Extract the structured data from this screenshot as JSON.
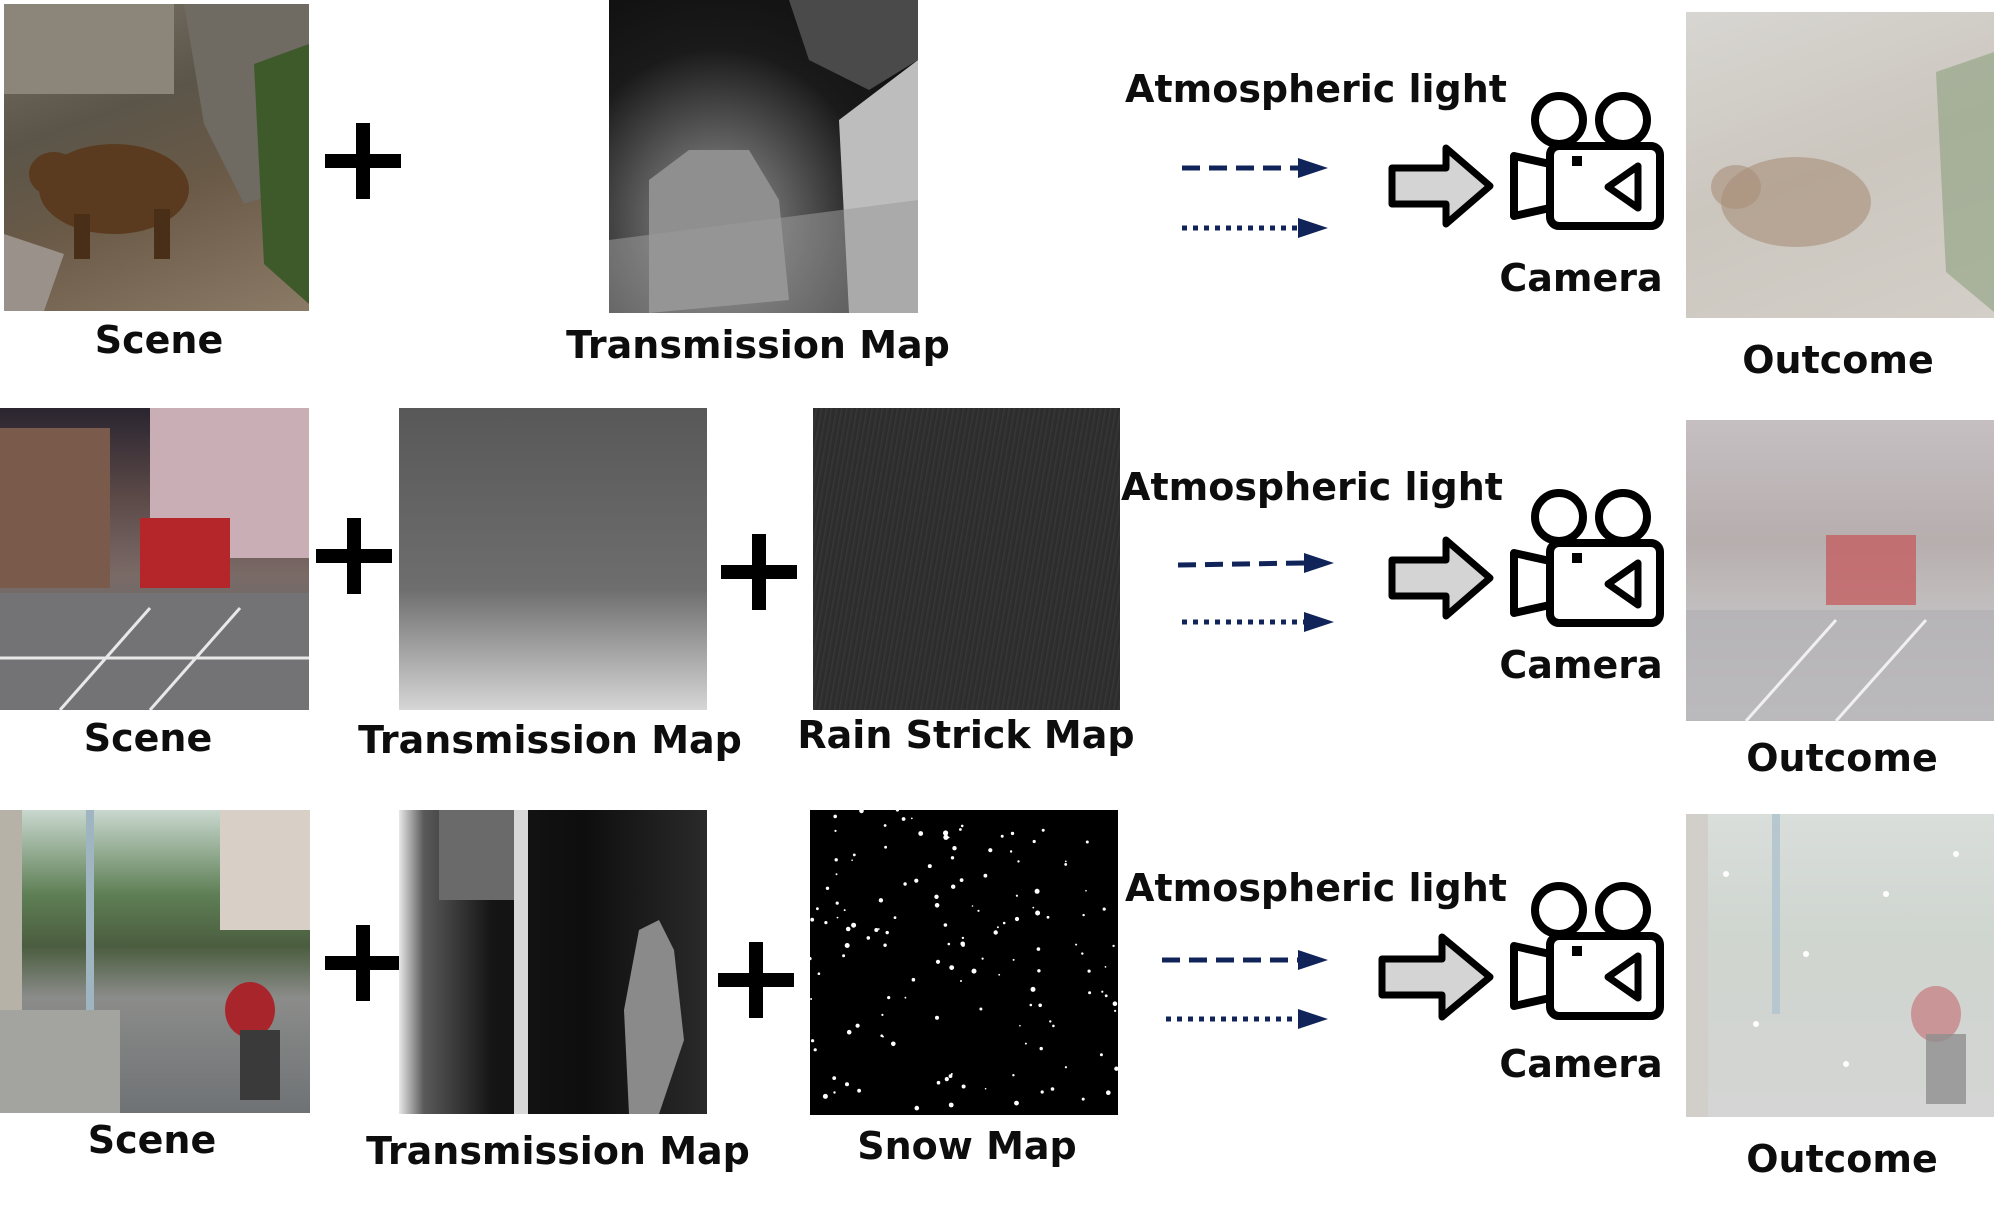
{
  "rows": [
    {
      "scene_label": "Scene",
      "transmission_label": "Transmission Map",
      "atmospheric_label": "Atmospheric light",
      "camera_label": "Camera",
      "outcome_label": "Outcome"
    },
    {
      "scene_label": "Scene",
      "transmission_label": "Transmission Map",
      "extra_label": "Rain Strick Map",
      "atmospheric_label": "Atmospheric light",
      "camera_label": "Camera",
      "outcome_label": "Outcome"
    },
    {
      "scene_label": "Scene",
      "transmission_label": "Transmission Map",
      "extra_label": "Snow Map",
      "atmospheric_label": "Atmospheric light",
      "camera_label": "Camera",
      "outcome_label": "Outcome"
    }
  ],
  "colors": {
    "arrow_blue": "#10245a",
    "big_arrow_fill": "#d4d4d4",
    "text": "#0d0d0d"
  },
  "icons": [
    "plus-icon",
    "dashed-arrow-icon",
    "dotted-arrow-icon",
    "big-right-arrow-icon",
    "video-camera-icon"
  ]
}
